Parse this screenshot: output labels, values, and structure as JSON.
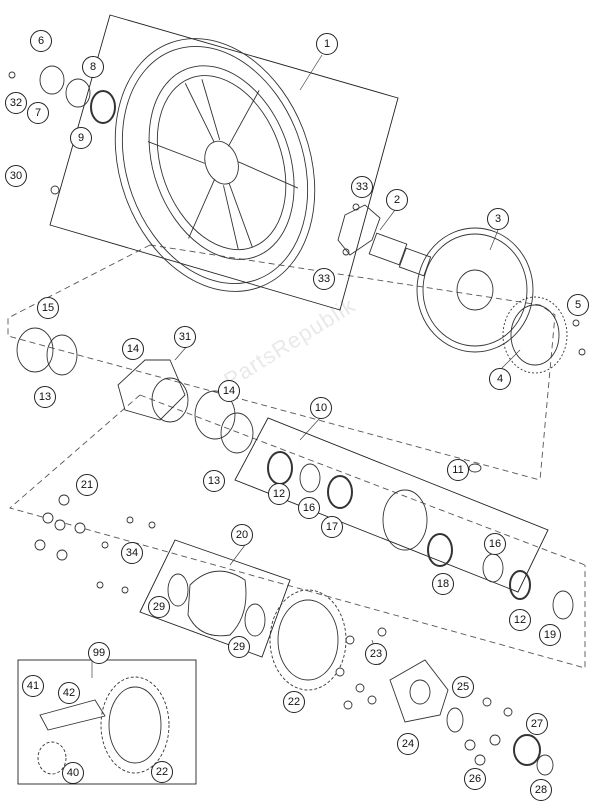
{
  "diagram": {
    "watermark": "PartsRepublik",
    "callouts": [
      {
        "id": "c1",
        "label": "1"
      },
      {
        "id": "c2",
        "label": "2"
      },
      {
        "id": "c3",
        "label": "3"
      },
      {
        "id": "c4",
        "label": "4"
      },
      {
        "id": "c5",
        "label": "5"
      },
      {
        "id": "c6",
        "label": "6"
      },
      {
        "id": "c7",
        "label": "7"
      },
      {
        "id": "c8",
        "label": "8"
      },
      {
        "id": "c9",
        "label": "9"
      },
      {
        "id": "c10",
        "label": "10"
      },
      {
        "id": "c11",
        "label": "11"
      },
      {
        "id": "c12a",
        "label": "12"
      },
      {
        "id": "c12b",
        "label": "12"
      },
      {
        "id": "c13a",
        "label": "13"
      },
      {
        "id": "c13b",
        "label": "13"
      },
      {
        "id": "c14a",
        "label": "14"
      },
      {
        "id": "c14b",
        "label": "14"
      },
      {
        "id": "c15",
        "label": "15"
      },
      {
        "id": "c16a",
        "label": "16"
      },
      {
        "id": "c16b",
        "label": "16"
      },
      {
        "id": "c17",
        "label": "17"
      },
      {
        "id": "c18",
        "label": "18"
      },
      {
        "id": "c19",
        "label": "19"
      },
      {
        "id": "c20",
        "label": "20"
      },
      {
        "id": "c21",
        "label": "21"
      },
      {
        "id": "c22a",
        "label": "22"
      },
      {
        "id": "c22b",
        "label": "22"
      },
      {
        "id": "c23",
        "label": "23"
      },
      {
        "id": "c24",
        "label": "24"
      },
      {
        "id": "c25",
        "label": "25"
      },
      {
        "id": "c26",
        "label": "26"
      },
      {
        "id": "c27",
        "label": "27"
      },
      {
        "id": "c28",
        "label": "28"
      },
      {
        "id": "c29a",
        "label": "29"
      },
      {
        "id": "c29b",
        "label": "29"
      },
      {
        "id": "c30",
        "label": "30"
      },
      {
        "id": "c31",
        "label": "31"
      },
      {
        "id": "c32",
        "label": "32"
      },
      {
        "id": "c33a",
        "label": "33"
      },
      {
        "id": "c33b",
        "label": "33"
      },
      {
        "id": "c34",
        "label": "34"
      },
      {
        "id": "c40",
        "label": "40"
      },
      {
        "id": "c41",
        "label": "41"
      },
      {
        "id": "c42",
        "label": "42"
      },
      {
        "id": "c99",
        "label": "99"
      }
    ]
  }
}
